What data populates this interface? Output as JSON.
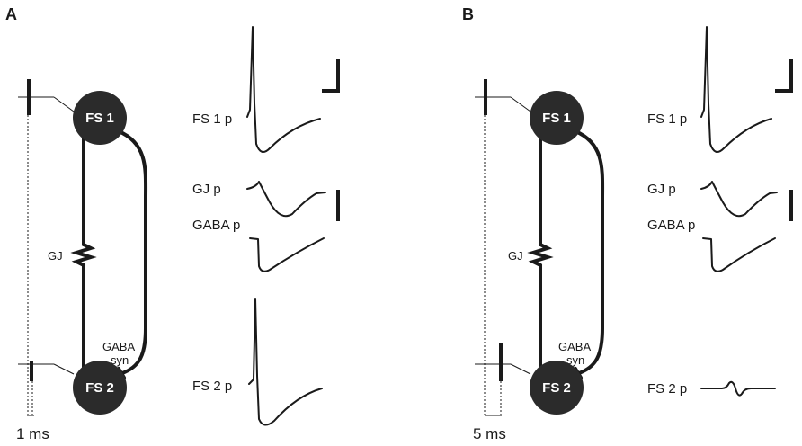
{
  "panels": [
    {
      "letter": "A",
      "cells": {
        "top": "FS 1",
        "bottom": "FS 2"
      },
      "gap_junction_label": "GJ",
      "synapse_label_line1": "GABA",
      "synapse_label_line2": "syn",
      "traces": {
        "fs1": "FS 1 p",
        "gj": "GJ p",
        "gaba": "GABA p",
        "fs2": "FS 2 p"
      },
      "time_scale": "1 ms"
    },
    {
      "letter": "B",
      "cells": {
        "top": "FS 1",
        "bottom": "FS 2"
      },
      "gap_junction_label": "GJ",
      "synapse_label_line1": "GABA",
      "synapse_label_line2": "syn",
      "traces": {
        "fs1": "FS 1 p",
        "gj": "GJ p",
        "gaba": "GABA p",
        "fs2": "FS 2 p"
      },
      "time_scale": "5 ms"
    }
  ],
  "colors": {
    "ink": "#1a1a1a",
    "cell_fill": "#2b2b2b",
    "background": "#ffffff"
  }
}
